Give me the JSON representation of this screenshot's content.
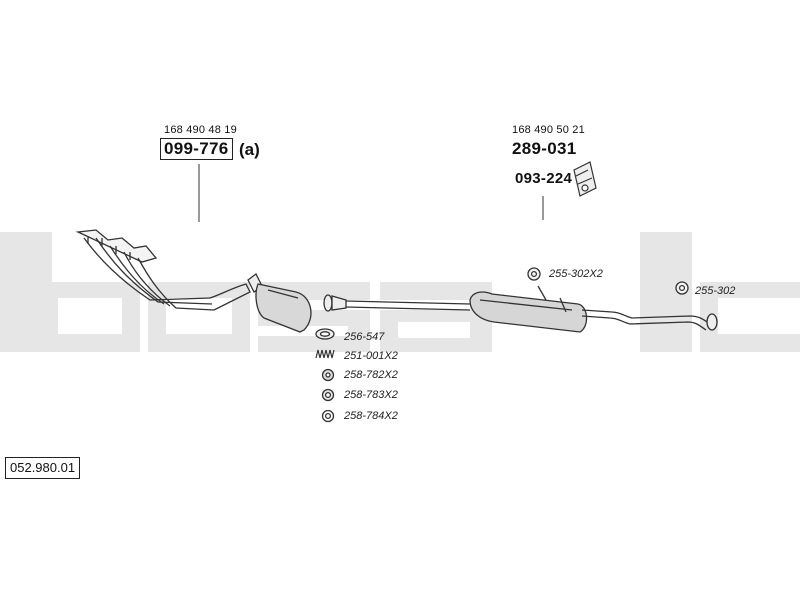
{
  "diagram": {
    "reference_number": "052.980.01",
    "watermark": "bosal",
    "callouts": [
      {
        "oem": "168 490 48 19",
        "part": "099-776",
        "suffix": "(a)"
      },
      {
        "oem": "168 490 50 21",
        "part": "289-031"
      }
    ],
    "hanger_part": "093-224",
    "small_parts": [
      {
        "label": "256-547",
        "icon": "gasket-ring-icon"
      },
      {
        "label": "251-001X2",
        "icon": "spring-icon"
      },
      {
        "label": "258-782X2",
        "icon": "nut-icon"
      },
      {
        "label": "258-783X2",
        "icon": "washer-icon"
      },
      {
        "label": "258-784X2",
        "icon": "seal-ring-icon"
      },
      {
        "label": "255-302X2",
        "icon": "rubber-mount-icon"
      },
      {
        "label": "255-302",
        "icon": "rubber-mount-icon"
      }
    ]
  }
}
